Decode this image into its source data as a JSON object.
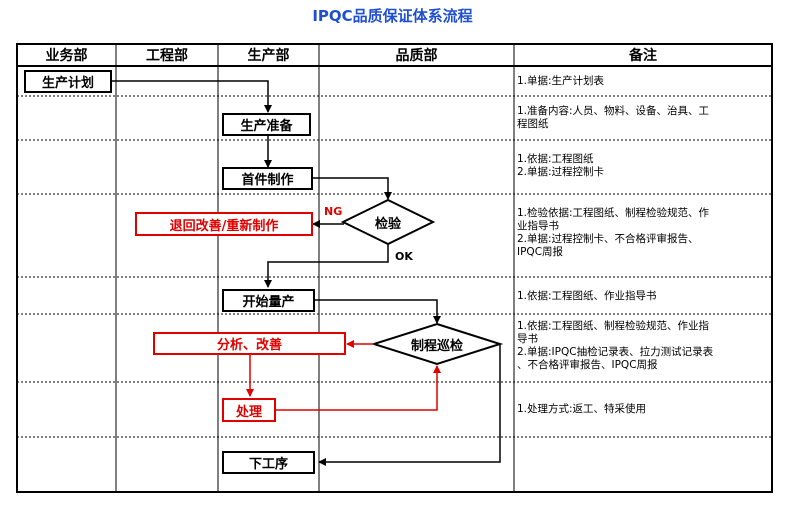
{
  "title": "IPQC品质保证体系流程",
  "headers": [
    "业务部",
    "工程部",
    "生产部",
    "品质部",
    "备注"
  ],
  "nodes": {
    "plan": "生产计划",
    "prepare": "生产准备",
    "first_article": "首件制作",
    "inspect": "检验",
    "rework": "退回改善/重新制作",
    "mass_production": "开始量产",
    "patrol_inspect": "制程巡检",
    "analyze": "分析、改善",
    "handle": "处理",
    "next_process": "下工序"
  },
  "labels": {
    "ng": "NG",
    "ok": "OK"
  },
  "notes": [
    [
      "1.单据:生产计划表"
    ],
    [
      "1.准备内容:人员、物料、设备、治具、工",
      "程图纸"
    ],
    [
      "1.依据:工程图纸",
      "2.单据:过程控制卡"
    ],
    [
      "1.检验依据:工程图纸、制程检验规范、作",
      "业指导书",
      "2.单据:过程控制卡、不合格评审报告、",
      "IPQC周报"
    ],
    [
      "1.依据:工程图纸、作业指导书"
    ],
    [
      "1.依据:工程图纸、制程检验规范、作业指",
      "导书",
      "2.单据:IPQC抽检记录表、拉力测试记录表",
      "、不合格评审报告、IPQC周报"
    ],
    [
      "1.处理方式:返工、特采使用"
    ],
    []
  ],
  "colors": {
    "title": "#1f4fd1",
    "red": "#e00000",
    "line": "#000000"
  }
}
